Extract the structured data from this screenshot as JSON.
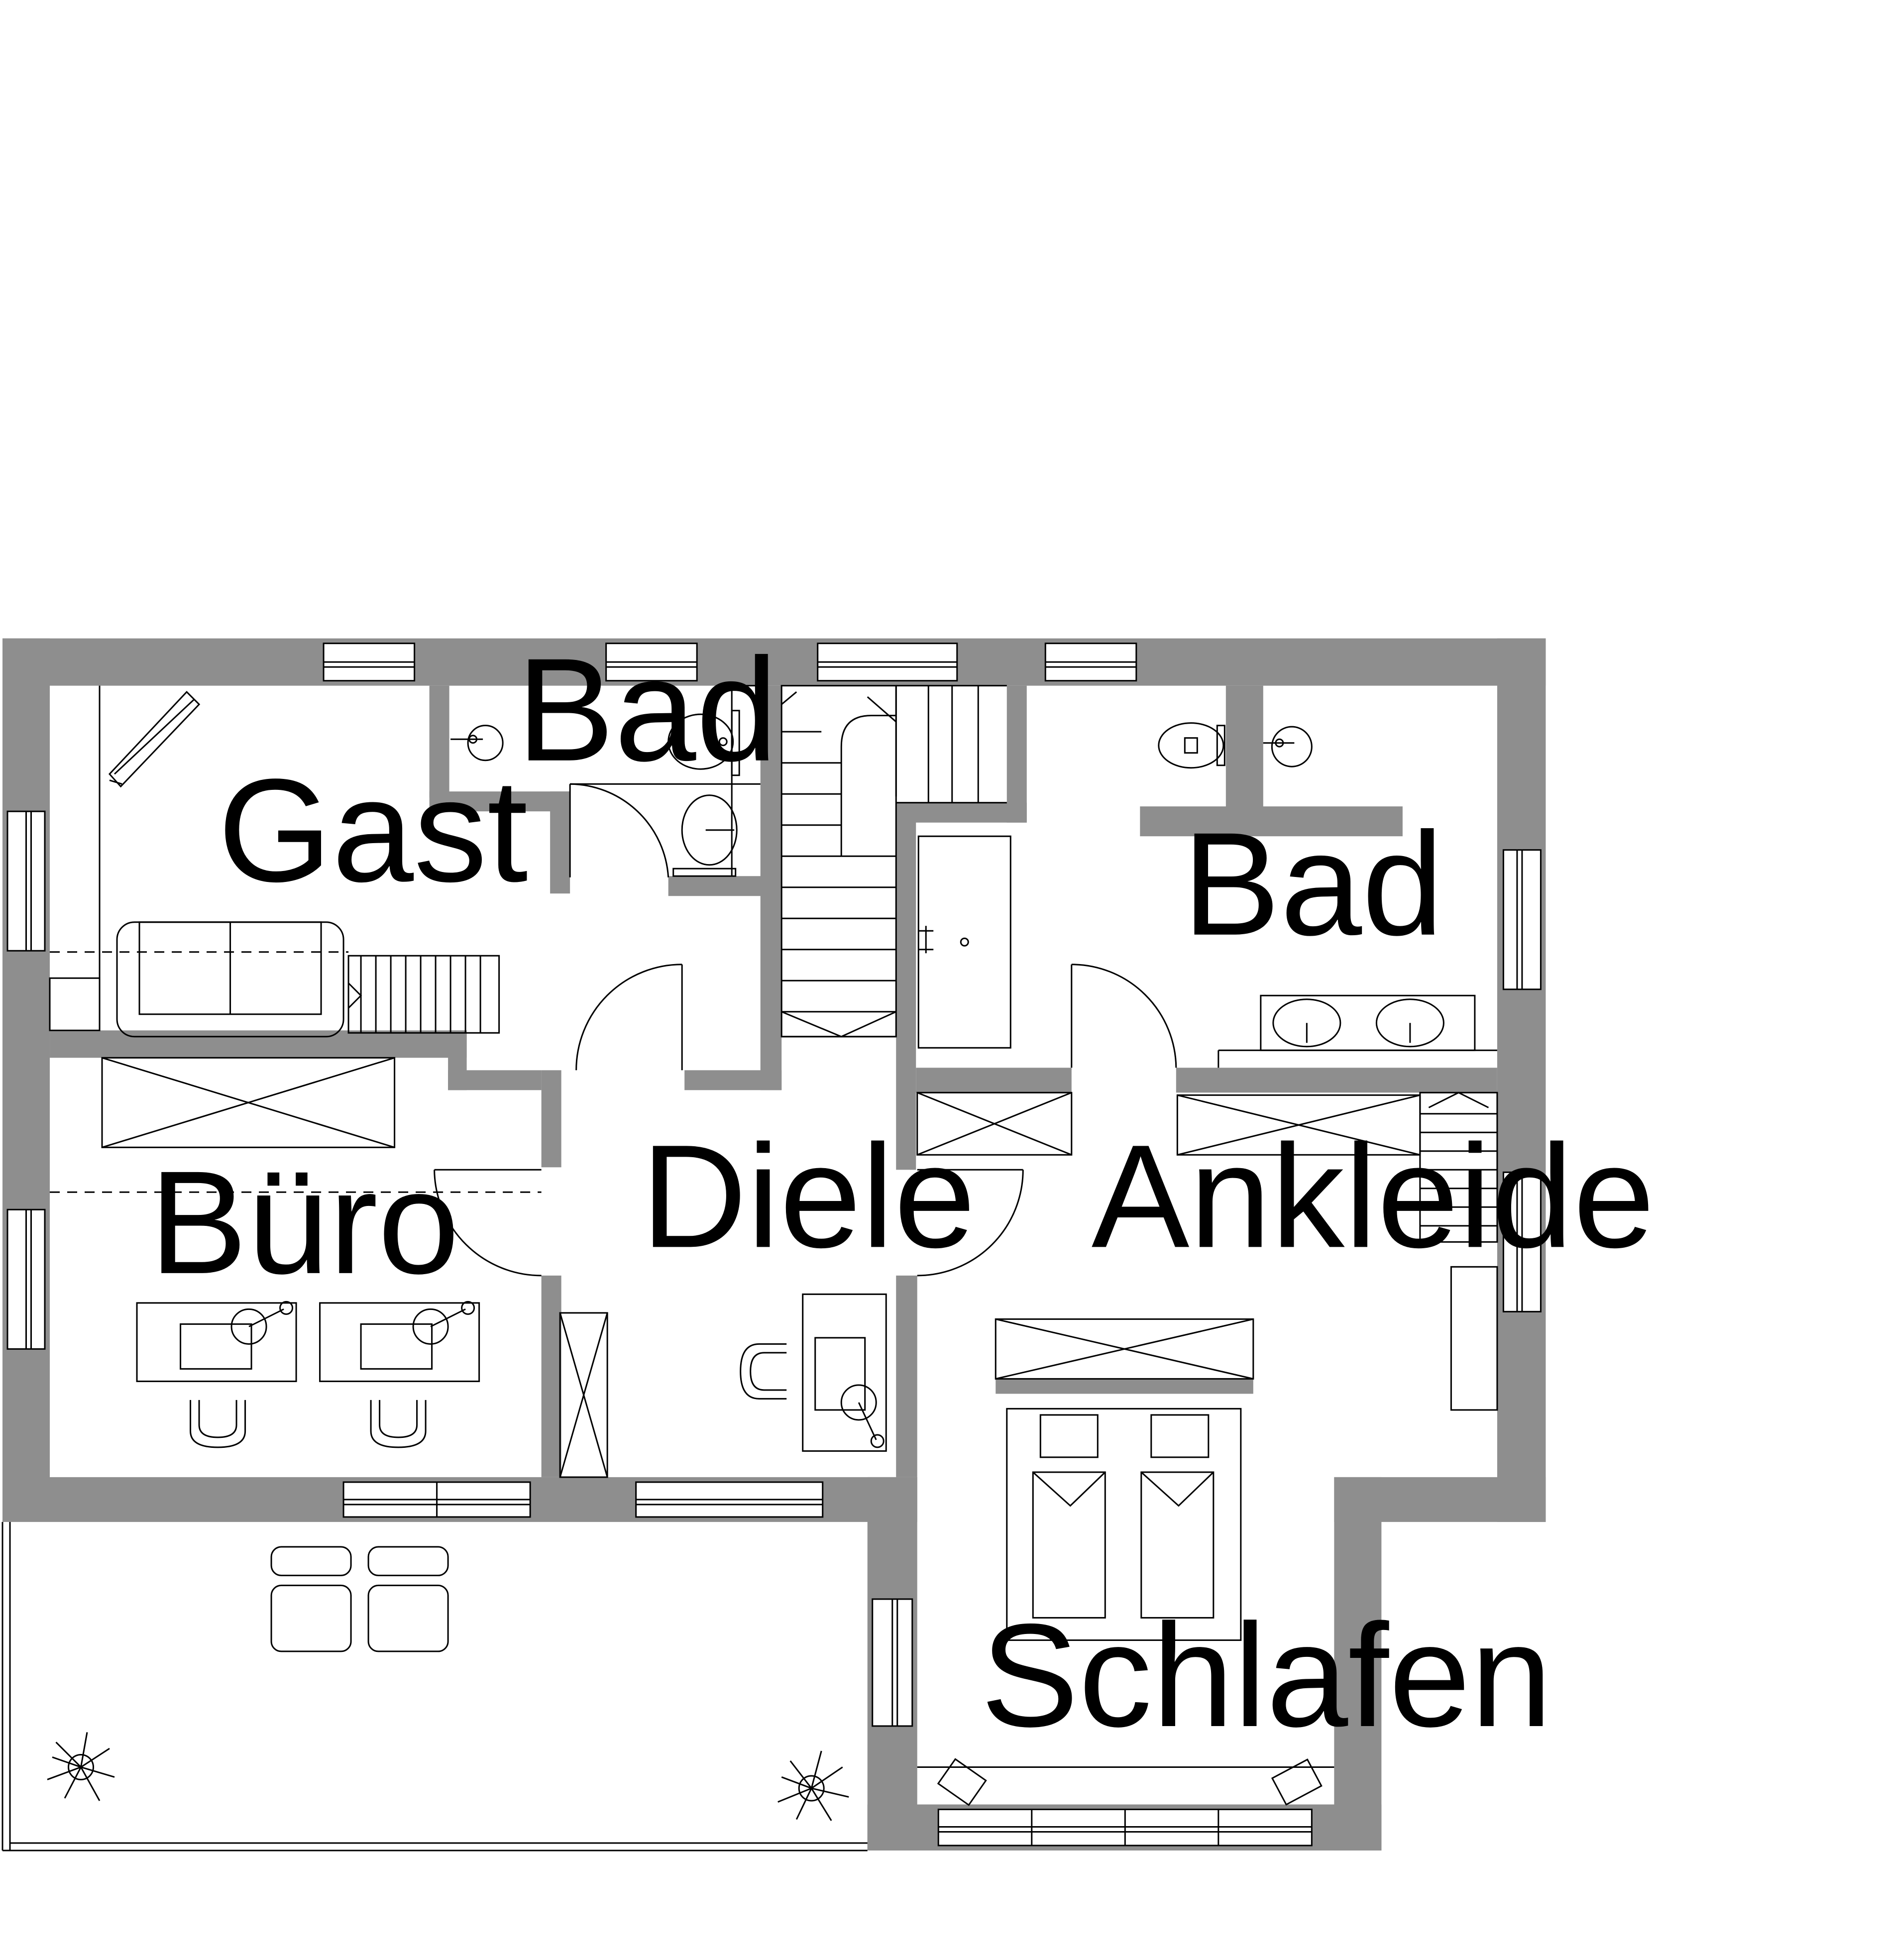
{
  "plan": {
    "wall_color": "#8e8e8e",
    "line_color": "#000000",
    "background_color": "#ffffff",
    "rooms": [
      {
        "key": "gast",
        "label": "Gast"
      },
      {
        "key": "bad_small",
        "label": "Bad"
      },
      {
        "key": "bad_large",
        "label": "Bad"
      },
      {
        "key": "buero",
        "label": "Büro"
      },
      {
        "key": "diele",
        "label": "Diele"
      },
      {
        "key": "ankleide",
        "label": "Ankleide"
      },
      {
        "key": "schlafen",
        "label": "Schlafen"
      }
    ]
  }
}
